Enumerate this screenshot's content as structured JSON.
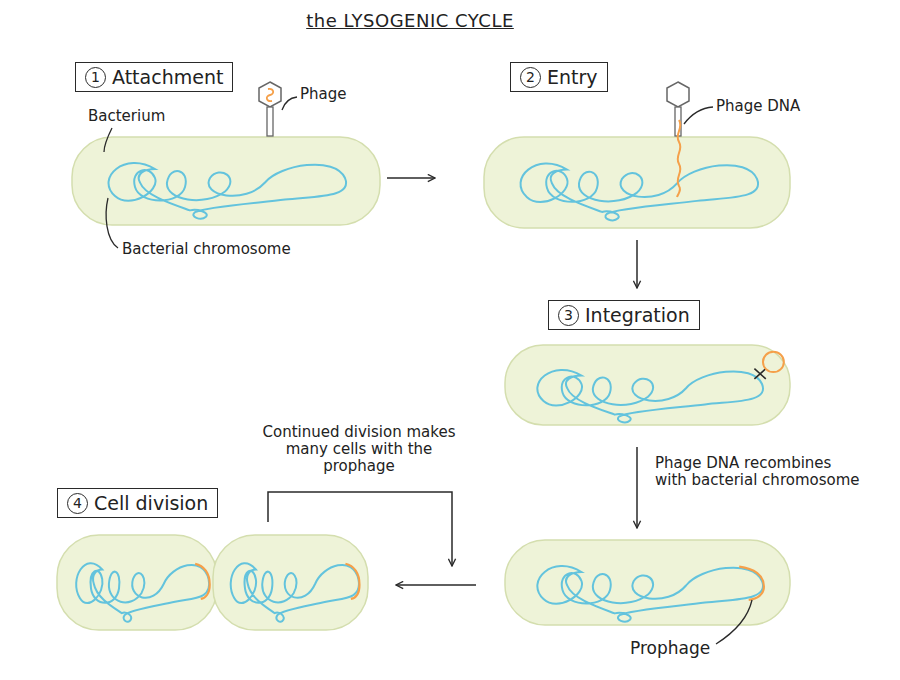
{
  "diagram": {
    "title": "the LYSOGENIC CYCLE",
    "nodes": [
      {
        "text": [
          "1",
          "Attachment"
        ]
      },
      {
        "text": [
          "2",
          "Entry"
        ]
      },
      {
        "text": [
          "3",
          "Integration"
        ]
      },
      {
        "text": [
          "4",
          "Cell division"
        ]
      }
    ],
    "labels": [
      "Phage",
      "Bacterium",
      "Bacterial chromosome",
      "Phage DNA",
      "Phage DNA recombines with bacterial chromosome",
      "Continued division makes many cells with the prophage",
      "Prophage"
    ]
  }
}
